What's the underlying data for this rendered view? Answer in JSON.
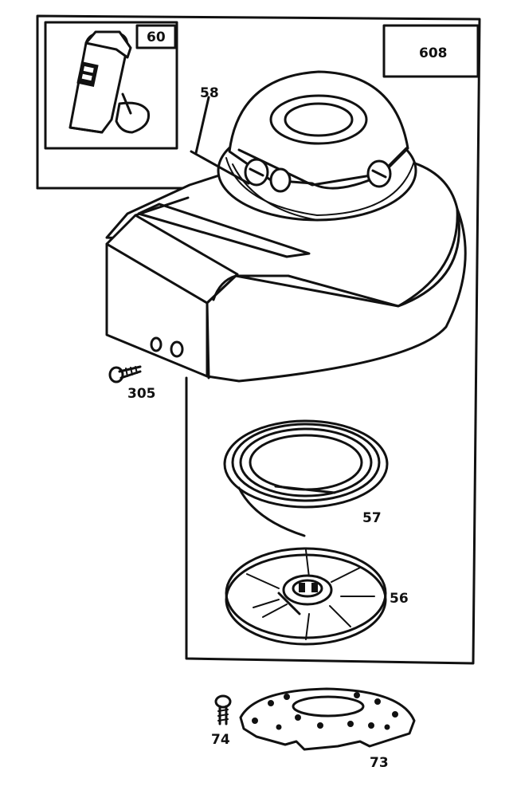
{
  "labels": {
    "assembly": "608",
    "handle": "60",
    "guide": "58",
    "screw_left": "305",
    "rope": "57",
    "pulley": "56",
    "screw_bottom": "74",
    "plate": "73"
  }
}
